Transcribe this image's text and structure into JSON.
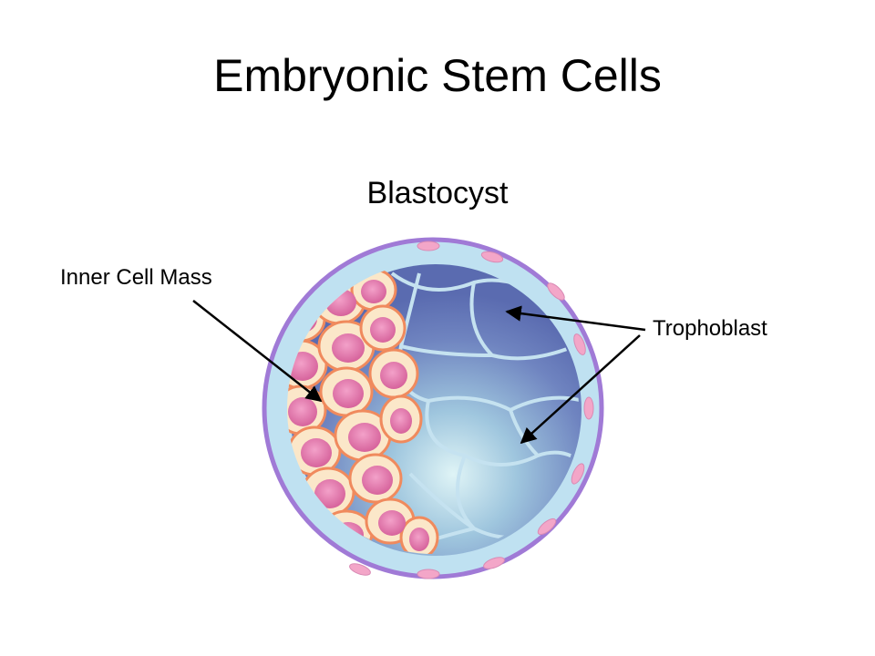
{
  "slide": {
    "title": "Embryonic Stem Cells",
    "subtitle": "Blastocyst"
  },
  "labels": {
    "inner_cell_mass": "Inner Cell Mass",
    "trophoblast": "Trophoblast"
  },
  "colors": {
    "outer_membrane": "#a07ad6",
    "trophoblast_layer": "#bfe1f1",
    "trophoblast_cell": "#f3a6c8",
    "cavity_dark": "#5b6fb3",
    "cavity_light": "#d6f0f4",
    "icm_outline": "#f08a5d",
    "icm_cytoplasm": "#fbe7c9",
    "icm_nucleus": "#e36fa8",
    "arrow": "#000000"
  }
}
